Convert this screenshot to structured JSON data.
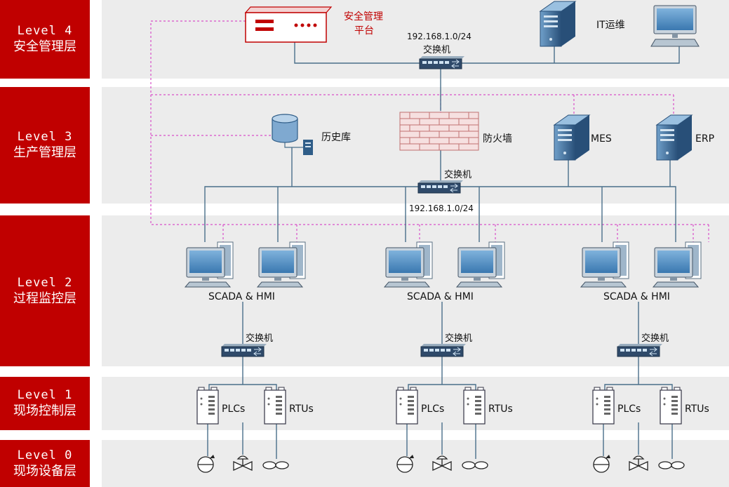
{
  "levels": [
    {
      "en": "Level 4",
      "zh": "安全管理层"
    },
    {
      "en": "Level 3",
      "zh": "生产管理层"
    },
    {
      "en": "Level 2",
      "zh": "过程监控层"
    },
    {
      "en": "Level 1",
      "zh": "现场控制层"
    },
    {
      "en": "Level 0",
      "zh": "现场设备层"
    }
  ],
  "level4": {
    "security_platform_line1": "安全管理",
    "security_platform_line2": "平台",
    "subnet": "192.168.1.0/24",
    "switch": "交换机",
    "it_ops": "IT运维"
  },
  "level3": {
    "historian": "历史库",
    "firewall": "防火墙",
    "mes": "MES",
    "erp": "ERP",
    "switch": "交换机",
    "subnet": "192.168.1.0/24"
  },
  "level2": {
    "cells": [
      {
        "scada": "SCADA & HMI",
        "switch": "交换机"
      },
      {
        "scada": "SCADA & HMI",
        "switch": "交换机"
      },
      {
        "scada": "SCADA & HMI",
        "switch": "交换机"
      }
    ]
  },
  "level1": {
    "cells": [
      {
        "plc": "PLCs",
        "rtu": "RTUs"
      },
      {
        "plc": "PLCs",
        "rtu": "RTUs"
      },
      {
        "plc": "PLCs",
        "rtu": "RTUs"
      }
    ]
  },
  "colors": {
    "brand_red": "#c00000",
    "band_gray": "#ececec",
    "link_blue": "#4a6f8a",
    "dashed_magenta": "#d94fc9",
    "device_blue": "#2f5d88"
  }
}
